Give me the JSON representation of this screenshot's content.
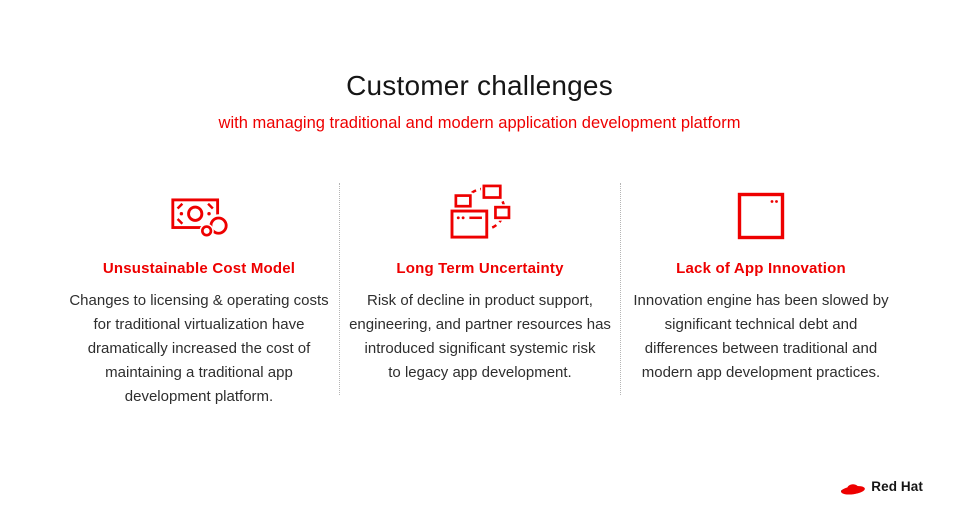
{
  "slide": {
    "title": "Customer challenges",
    "subtitle": "with managing traditional and modern application development platform"
  },
  "columns": [
    {
      "icon": "money-icon",
      "heading": "Unsustainable Cost Model",
      "body": [
        "Changes to licensing & operating costs",
        "for traditional virtualization have",
        "dramatically increased the cost of",
        "maintaining a traditional app",
        "development platform."
      ]
    },
    {
      "icon": "app-lifecycle-icon",
      "heading": "Long Term Uncertainty",
      "body": [
        "Risk of decline in product support,",
        "engineering, and partner resources has",
        "introduced significant systemic risk",
        "to legacy app development."
      ]
    },
    {
      "icon": "app-window-icon",
      "heading": "Lack of App Innovation",
      "body": [
        "Innovation engine has been slowed by",
        "significant technical debt and",
        "differences between traditional and",
        "modern app development practices."
      ]
    }
  ],
  "footer": {
    "brand": "Red Hat"
  },
  "colors": {
    "accent_red": "#EE0000",
    "title_text": "#151515",
    "body_text": "#2E2E2E",
    "divider": "#B5B5B5"
  }
}
